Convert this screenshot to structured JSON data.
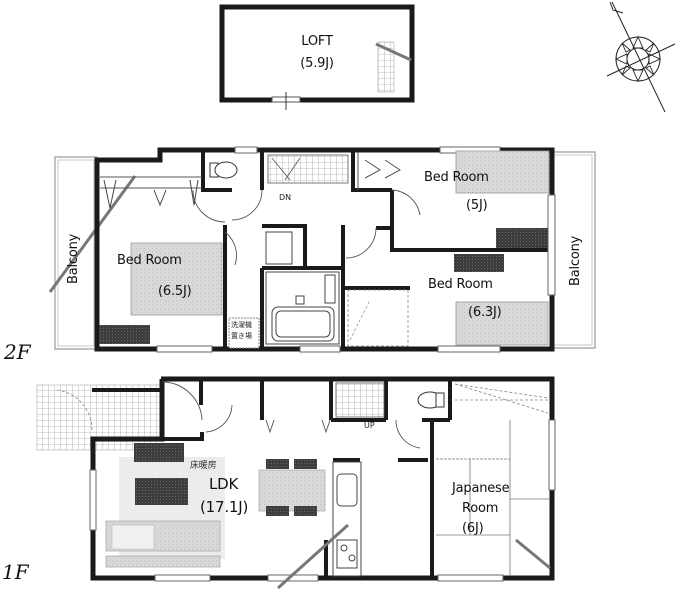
{
  "floors": [
    {
      "id": "loft",
      "label": ""
    },
    {
      "id": "2f",
      "label": "2F"
    },
    {
      "id": "1f",
      "label": "1F"
    }
  ],
  "loft": {
    "name": "LOFT",
    "size": "(5.9J)"
  },
  "second_floor": {
    "label": "2F",
    "rooms": [
      {
        "name": "Bed Room",
        "size": "(6.5J)"
      },
      {
        "name": "Bed Room",
        "size": "(5J)"
      },
      {
        "name": "Bed Room",
        "size": "(6.3J)"
      }
    ],
    "balconies": [
      "Balcony",
      "Balcony"
    ],
    "stair_label": "DN",
    "laundry_label_1": "洗濯機",
    "laundry_label_2": "置き場"
  },
  "first_floor": {
    "label": "1F",
    "ldk": {
      "name": "LDK",
      "size": "(17.1J)",
      "floor_heating": "床暖房"
    },
    "japanese_room": {
      "name_line1": "Japanese",
      "name_line2": "Room",
      "size": "(6J)"
    },
    "stair_label": "UP"
  },
  "compass": {
    "icon": "compass-rose-icon",
    "direction": "north"
  },
  "colors": {
    "wall": "#1a1a1a",
    "thin_line": "#555555",
    "furniture_dark": "#3a3a3a",
    "furniture_light": "#d6d6d6",
    "rug": "#ececec",
    "bed": "#cfcfcf"
  }
}
